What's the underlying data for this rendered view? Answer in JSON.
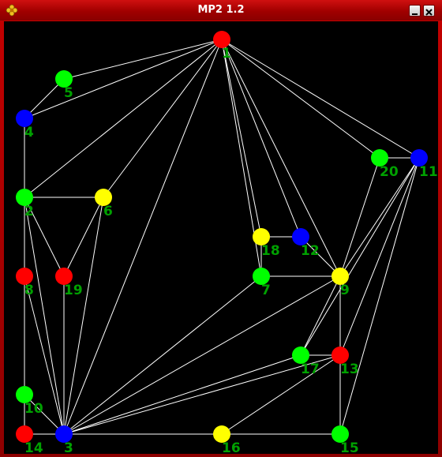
{
  "window": {
    "title": "MP2 1.2",
    "app_icon": "gear-flower-icon",
    "minimize_icon": "minimize-icon",
    "close_icon": "close-icon"
  },
  "colors": {
    "frame": "#b00000",
    "background": "#000000",
    "edge": "#ffffff",
    "label": "#00a000",
    "red": "#ff0000",
    "green": "#00ff00",
    "blue": "#0000ff",
    "yellow": "#ffff00"
  },
  "graph": {
    "nodes": [
      {
        "id": "1",
        "label": "1",
        "color": "red"
      },
      {
        "id": "2",
        "label": "2",
        "color": "green"
      },
      {
        "id": "3",
        "label": "3",
        "color": "blue"
      },
      {
        "id": "4",
        "label": "4",
        "color": "blue"
      },
      {
        "id": "5",
        "label": "5",
        "color": "green"
      },
      {
        "id": "6",
        "label": "6",
        "color": "yellow"
      },
      {
        "id": "7",
        "label": "7",
        "color": "green"
      },
      {
        "id": "8",
        "label": "8",
        "color": "red"
      },
      {
        "id": "9",
        "label": "9",
        "color": "yellow"
      },
      {
        "id": "10",
        "label": "10",
        "color": "green"
      },
      {
        "id": "11",
        "label": "11",
        "color": "blue"
      },
      {
        "id": "12",
        "label": "12",
        "color": "blue"
      },
      {
        "id": "13",
        "label": "13",
        "color": "red"
      },
      {
        "id": "14",
        "label": "14",
        "color": "red"
      },
      {
        "id": "15",
        "label": "15",
        "color": "green"
      },
      {
        "id": "16",
        "label": "16",
        "color": "yellow"
      },
      {
        "id": "17",
        "label": "17",
        "color": "green"
      },
      {
        "id": "18",
        "label": "18",
        "color": "yellow"
      },
      {
        "id": "19",
        "label": "19",
        "color": "red"
      },
      {
        "id": "20",
        "label": "20",
        "color": "green"
      }
    ],
    "edges": [
      [
        "1",
        "5"
      ],
      [
        "1",
        "4"
      ],
      [
        "1",
        "2"
      ],
      [
        "1",
        "6"
      ],
      [
        "1",
        "3"
      ],
      [
        "1",
        "18"
      ],
      [
        "1",
        "7"
      ],
      [
        "1",
        "12"
      ],
      [
        "1",
        "9"
      ],
      [
        "1",
        "20"
      ],
      [
        "1",
        "11"
      ],
      [
        "4",
        "5"
      ],
      [
        "4",
        "2"
      ],
      [
        "2",
        "6"
      ],
      [
        "2",
        "19"
      ],
      [
        "2",
        "3"
      ],
      [
        "2",
        "8"
      ],
      [
        "6",
        "3"
      ],
      [
        "6",
        "19"
      ],
      [
        "19",
        "3"
      ],
      [
        "8",
        "10"
      ],
      [
        "8",
        "3"
      ],
      [
        "10",
        "14"
      ],
      [
        "10",
        "3"
      ],
      [
        "14",
        "3"
      ],
      [
        "3",
        "16"
      ],
      [
        "3",
        "15"
      ],
      [
        "3",
        "7"
      ],
      [
        "3",
        "9"
      ],
      [
        "3",
        "17"
      ],
      [
        "3",
        "13"
      ],
      [
        "18",
        "12"
      ],
      [
        "18",
        "7"
      ],
      [
        "12",
        "9"
      ],
      [
        "7",
        "9"
      ],
      [
        "9",
        "20"
      ],
      [
        "9",
        "11"
      ],
      [
        "9",
        "17"
      ],
      [
        "9",
        "13"
      ],
      [
        "20",
        "11"
      ],
      [
        "11",
        "13"
      ],
      [
        "11",
        "15"
      ],
      [
        "11",
        "17"
      ],
      [
        "17",
        "13"
      ],
      [
        "13",
        "15"
      ],
      [
        "13",
        "16"
      ]
    ]
  }
}
